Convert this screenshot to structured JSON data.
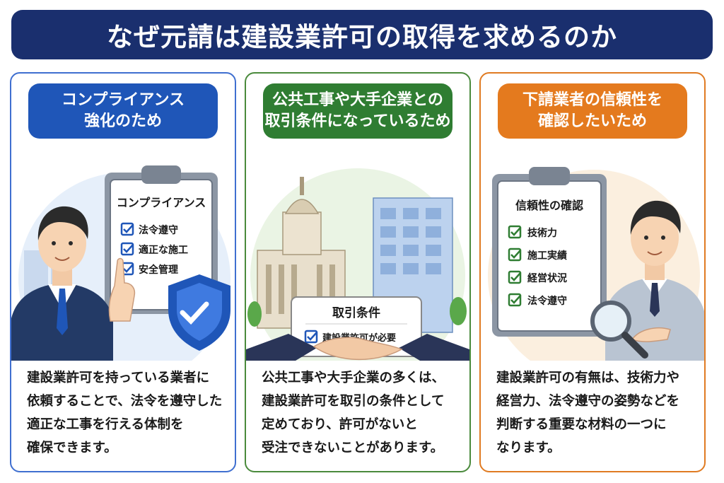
{
  "title": "なぜ元請は建設業許可の取得を求めるのか",
  "cards": [
    {
      "heading": [
        "コンプライアンス",
        "強化のため"
      ],
      "board_title": "コンプライアンス",
      "checklist": [
        "法令遵守",
        "適正な施工",
        "安全管理"
      ],
      "body": [
        "建設業許可を持っている業者に",
        "依頼することで、法令を遵守した",
        "適正な工事を行える体制を",
        "確保できます。"
      ]
    },
    {
      "heading": [
        "公共工事や大手企業との",
        "取引条件になっているため"
      ],
      "sign_title": "取引条件",
      "sign_item": "建設業許可が必要",
      "body": [
        "公共工事や大手企業の多くは、",
        "建設業許可を取引の条件として",
        "定めており、許可がないと",
        "受注できないことがあります。"
      ]
    },
    {
      "heading": [
        "下請業者の信頼性を",
        "確認したいため"
      ],
      "board_title": "信頼性の確認",
      "checklist": [
        "技術力",
        "施工実績",
        "経営状況",
        "法令遵守"
      ],
      "body": [
        "建設業許可の有無は、技術力や",
        "経営力、法令遵守の姿勢などを",
        "判断する重要な材料の一つに",
        "なります。"
      ]
    }
  ],
  "colors": {
    "title_bg": "#1a2f6e",
    "blue": "#1f56b8",
    "green": "#2f7d32",
    "orange": "#e47a1e"
  }
}
